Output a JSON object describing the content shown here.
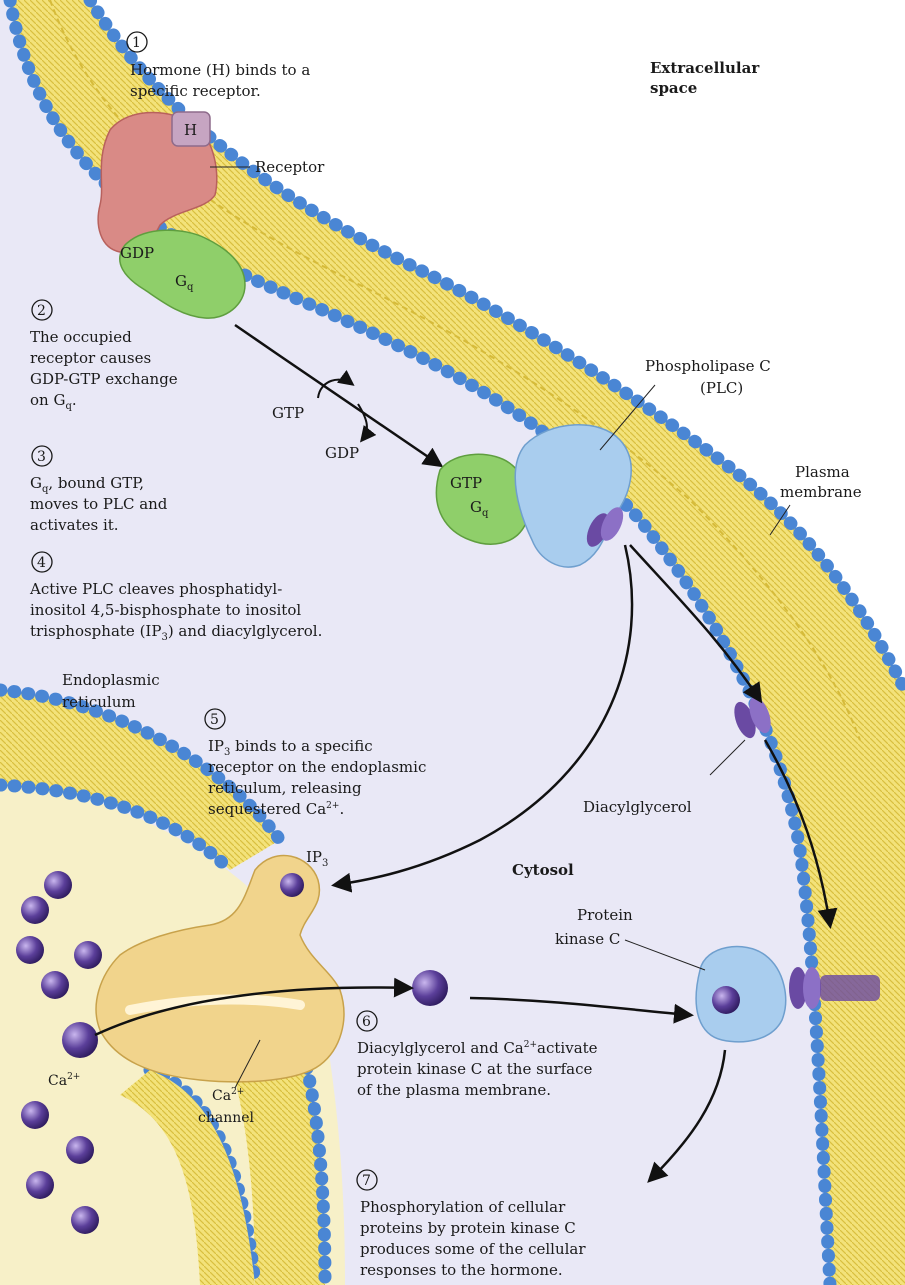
{
  "steps": {
    "s1": {
      "num": "1",
      "l1": "Hormone (H) binds to a",
      "l2": "specific receptor."
    },
    "s2": {
      "num": "2",
      "l1": "The occupied",
      "l2": "receptor causes",
      "l3": "GDP-GTP exchange",
      "l4_pre": "on G",
      "l4_sub": "q",
      "l4_post": "."
    },
    "s3": {
      "num": "3",
      "l1_pre": "G",
      "l1_sub": "q",
      "l1_post": ", bound GTP,",
      "l2": "moves to PLC and",
      "l3": "activates it."
    },
    "s4": {
      "num": "4",
      "l1": "Active PLC cleaves phosphatidyl-",
      "l2": "inositol 4,5-bisphosphate to inositol",
      "l3_pre": "trisphosphate (IP",
      "l3_sub": "3",
      "l3_post": ") and diacylglycerol."
    },
    "s5": {
      "num": "5",
      "l1_pre": "IP",
      "l1_sub": "3",
      "l1_post": " binds to a specific",
      "l2": "receptor on the endoplasmic",
      "l3": "reticulum, releasing",
      "l4_pre": "sequestered Ca",
      "l4_sup": "2+",
      "l4_post": "."
    },
    "s6": {
      "num": "6",
      "l1_pre": "Diacylglycerol and Ca",
      "l1_sup": "2+",
      "l1_post": "activate",
      "l2": "protein kinase C at the surface",
      "l3": "of the plasma membrane."
    },
    "s7": {
      "num": "7",
      "l1": "Phosphorylation of cellular",
      "l2": "proteins by protein kinase C",
      "l3": "produces some of the cellular",
      "l4": "responses to the hormone."
    }
  },
  "labels": {
    "extracellular_1": "Extracellular",
    "extracellular_2": "space",
    "receptor": "Receptor",
    "hormone": "H",
    "gdp_bound": "GDP",
    "gq_pre": "G",
    "gq_sub": "q",
    "gtp_free": "GTP",
    "gdp_free": "GDP",
    "gtp_bound": "GTP",
    "plc_1": "Phospholipase C",
    "plc_2": "(PLC)",
    "plasma_1": "Plasma",
    "plasma_2": "membrane",
    "er_1": "Endoplasmic",
    "er_2": "reticulum",
    "ip3_pre": "IP",
    "ip3_sub": "3",
    "diacylglycerol": "Diacylglycerol",
    "cytosol": "Cytosol",
    "pkc_1": "Protein",
    "pkc_2": "kinase C",
    "ca_pre": "Ca",
    "ca_sup": "2+",
    "channel_pre": "Ca",
    "channel_sup": "2+",
    "channel_2": "channel"
  },
  "colors": {
    "membrane_yellow": "#f3e27a",
    "lipid_head_blue": "#4a86d4",
    "cytosol_lavender": "#e9e8f6",
    "receptor_pink": "#d98a86",
    "gq_green": "#8fcf6a",
    "plc_blue": "#a9cdee",
    "calcium_purple": "#5b3f9a",
    "channel_cream": "#f1d48c"
  }
}
